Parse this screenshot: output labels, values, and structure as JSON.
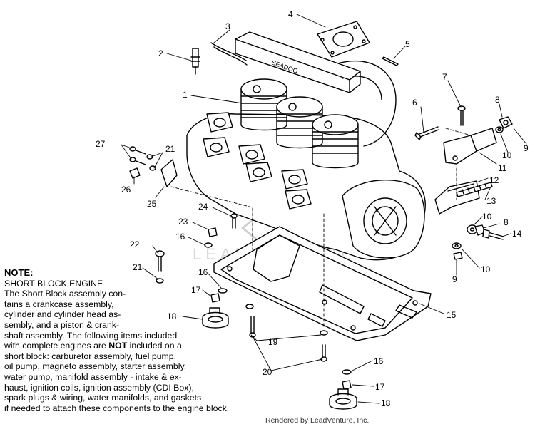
{
  "callouts": [
    {
      "id": "1",
      "text": "1"
    },
    {
      "id": "2",
      "text": "2"
    },
    {
      "id": "3",
      "text": "3"
    },
    {
      "id": "4",
      "text": "4"
    },
    {
      "id": "5",
      "text": "5"
    },
    {
      "id": "6",
      "text": "6"
    },
    {
      "id": "7",
      "text": "7"
    },
    {
      "id": "8a",
      "text": "8"
    },
    {
      "id": "8b",
      "text": "8"
    },
    {
      "id": "9a",
      "text": "9"
    },
    {
      "id": "9b",
      "text": "9"
    },
    {
      "id": "10a",
      "text": "10"
    },
    {
      "id": "10b",
      "text": "10"
    },
    {
      "id": "10c",
      "text": "10"
    },
    {
      "id": "11",
      "text": "11"
    },
    {
      "id": "12",
      "text": "12"
    },
    {
      "id": "13",
      "text": "13"
    },
    {
      "id": "14",
      "text": "14"
    },
    {
      "id": "15",
      "text": "15"
    },
    {
      "id": "16a",
      "text": "16"
    },
    {
      "id": "16b",
      "text": "16"
    },
    {
      "id": "16c",
      "text": "16"
    },
    {
      "id": "17a",
      "text": "17"
    },
    {
      "id": "17b",
      "text": "17"
    },
    {
      "id": "18a",
      "text": "18"
    },
    {
      "id": "18b",
      "text": "18"
    },
    {
      "id": "19",
      "text": "19"
    },
    {
      "id": "20",
      "text": "20"
    },
    {
      "id": "21a",
      "text": "21"
    },
    {
      "id": "21b",
      "text": "21"
    },
    {
      "id": "22",
      "text": "22"
    },
    {
      "id": "23",
      "text": "23"
    },
    {
      "id": "24",
      "text": "24"
    },
    {
      "id": "25",
      "text": "25"
    },
    {
      "id": "26",
      "text": "26"
    },
    {
      "id": "27",
      "text": "27"
    }
  ],
  "note": {
    "title": "NOTE:",
    "lines": [
      "SHORT BLOCK ENGINE",
      "The Short Block assembly con-",
      "tains a crankcase assembly,",
      "cylinder and cylinder head as-",
      "sembly, and a piston & crank-",
      "shaft assembly.  The following items included"
    ],
    "line_bold_pre": "with complete engines are ",
    "line_bold": "NOT",
    "line_bold_post": " included on a",
    "lines_after": [
      "short block:  carburetor assembly, fuel pump,",
      "oil pump, magneto assembly, starter assembly,",
      "water pump, manifold assembly - intake & ex-",
      "haust, ignition coils, ignition assembly (CDI Box),",
      "spark plugs & wiring, water manifolds, and gaskets",
      "if needed to attach these components to the engine block."
    ]
  },
  "credit": "Rendered by LeadVenture, Inc.",
  "watermark": "LEADVENTURE"
}
